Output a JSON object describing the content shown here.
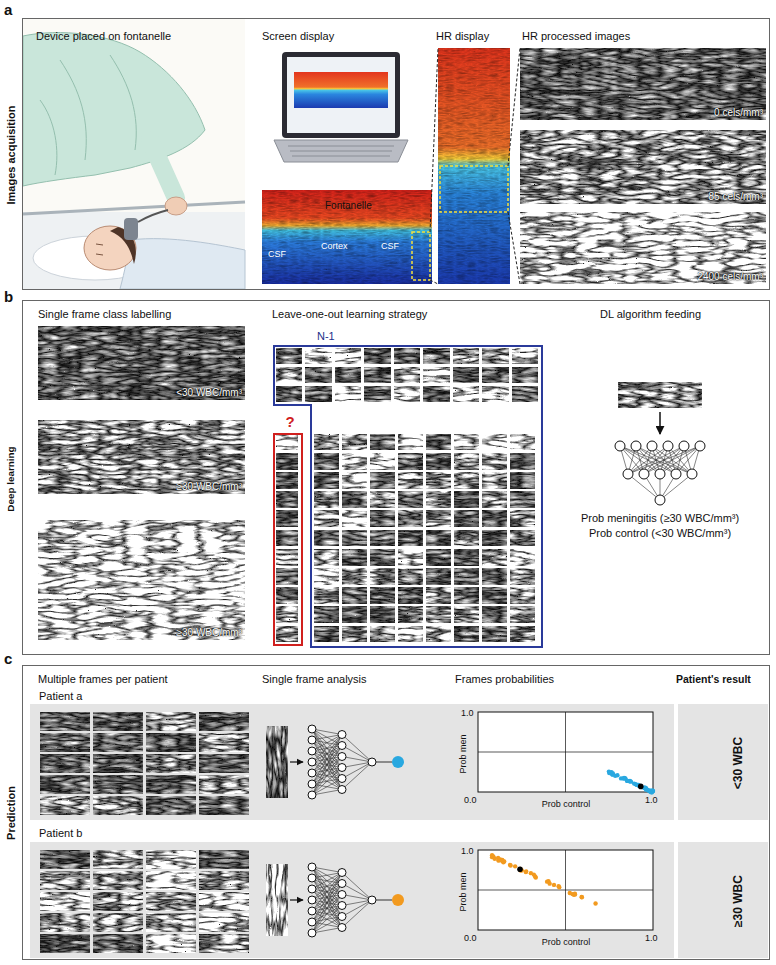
{
  "diagram": {
    "nodes": [
      {
        "text": [
          "Images acquisition"
        ]
      },
      {
        "text": [
          "Fontanelle",
          "CSF",
          "Cortex",
          "CSF"
        ],
        "in": 0
      },
      {
        "text": [
          "0 cels/mm³"
        ],
        "in": 0
      },
      {
        "text": [
          "85 cels/mm³"
        ],
        "in": 0
      },
      {
        "text": [
          "2400 cels/mm³"
        ],
        "in": 0
      },
      {
        "text": [
          "Deep learning"
        ]
      },
      {
        "text": [
          "<30 WBC/mm³"
        ],
        "in": 5
      },
      {
        "text": [
          "≥30 WBC/mm³"
        ],
        "in": 5
      },
      {
        "text": [
          "≥30 WBC/mm³"
        ],
        "in": 5
      },
      {
        "text": [
          "?"
        ],
        "in": 5
      },
      {
        "text": [
          "N-1"
        ],
        "in": 5
      },
      {
        "text": [
          "Prediction"
        ]
      },
      {
        "text": [
          "Patient a",
          "<30 WBC"
        ],
        "in": 11
      },
      {
        "text": [
          "Prob men",
          "Prob control",
          "0.0",
          "1.0",
          "1.0"
        ],
        "in": 12
      },
      {
        "text": [
          "Patient b",
          "≥30 WBC"
        ],
        "in": 11
      },
      {
        "text": [
          "Prob men",
          "Prob control",
          "0.0",
          "1.0",
          "1.0"
        ],
        "in": 14
      }
    ],
    "labels": [
      "a",
      "Device placed on fontanelle",
      "Screen display",
      "HR display",
      "HR processed images",
      "b",
      "Single frame class labelling",
      "Leave-one-out learning strategy",
      "DL algorithm feeding",
      "Prob meningitis (≥30 WBC/mm³)",
      "Prob control (<30 WBC/mm³)",
      "c",
      "Multiple frames per patient",
      "Single frame analysis",
      "Frames probabilities",
      "Patient's result"
    ]
  }
}
